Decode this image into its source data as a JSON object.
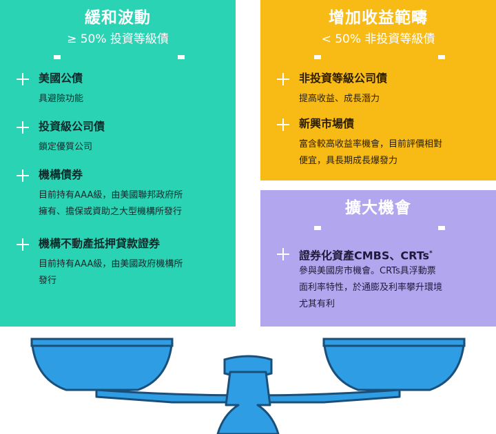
{
  "colors": {
    "green": "#2bd3b5",
    "orange": "#f8bb15",
    "purple": "#b2a7ef",
    "scale": "#2f9de4",
    "scale_dark": "#1f7ec4"
  },
  "left": {
    "title": "緩和波動",
    "subtitle": "≥ 50% 投資等級債",
    "items": [
      {
        "title": "美國公債",
        "desc": "具避險功能"
      },
      {
        "title": "投資級公司債",
        "desc": "鎖定優質公司"
      },
      {
        "title": "機構債券",
        "desc_line1": "目前持有AAA級，由美國聯邦政府所",
        "desc_line2": "擁有、擔保或資助之大型機構所發行"
      },
      {
        "title": "機構不動產抵押貸款證券",
        "desc_line1": "目前持有AAA級，由美國政府機構所",
        "desc_line2": "發行"
      }
    ]
  },
  "right": {
    "title": "增加收益範疇",
    "subtitle": "< 50% 非投資等級債",
    "items": [
      {
        "title": "非投資等級公司債",
        "desc": "提高收益、成長潛力"
      },
      {
        "title": "新興市場債",
        "desc_line1": "富含較高收益率機會，目前評價相對",
        "desc_line2": "便宜，具長期成長爆發力"
      }
    ]
  },
  "bottom_right": {
    "title": "擴大機會",
    "items": [
      {
        "title": "證券化資產CMBS、CRTs",
        "title_sup": "*",
        "desc_line1": "參與美國房市機會。CRTs具浮動票",
        "desc_line2": "面利率特性，於通膨及利率攀升環境",
        "desc_line3": "尤其有利"
      }
    ]
  },
  "icons": {
    "bullet": "plus-icon",
    "scale": "balance-scale-icon"
  }
}
